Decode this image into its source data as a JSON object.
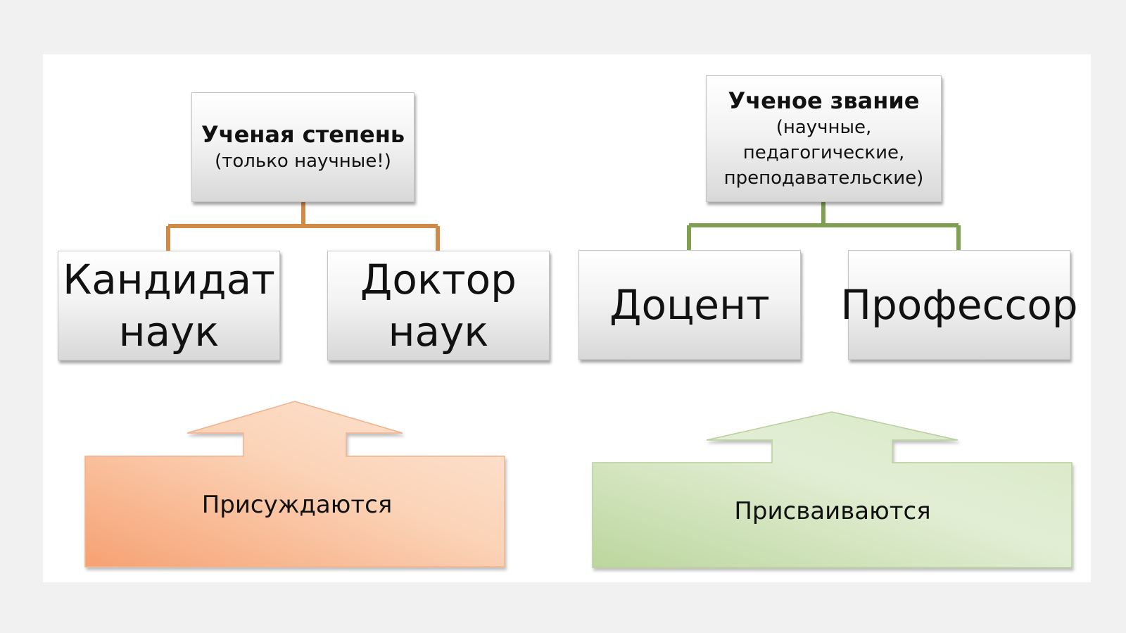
{
  "left_group": {
    "head": {
      "title": "Ученая степень",
      "subtitle": "(только научные!)"
    },
    "leaves": [
      {
        "line1": "Кандидат",
        "line2": "наук"
      },
      {
        "line1": "Доктор",
        "line2": "наук"
      }
    ],
    "arrow_label": "Присуждаются",
    "connector_color": "#d08a48",
    "arrow_color": "#f5b48a"
  },
  "right_group": {
    "head": {
      "title": "Ученое звание",
      "subtitle_lines": [
        "(научные,",
        "педагогические,",
        "преподавательские)"
      ]
    },
    "leaves": [
      {
        "label": "Доцент"
      },
      {
        "label": "Профессор"
      }
    ],
    "arrow_label": "Присваиваются",
    "connector_color": "#7fa050",
    "arrow_color": "#c7dcae"
  }
}
